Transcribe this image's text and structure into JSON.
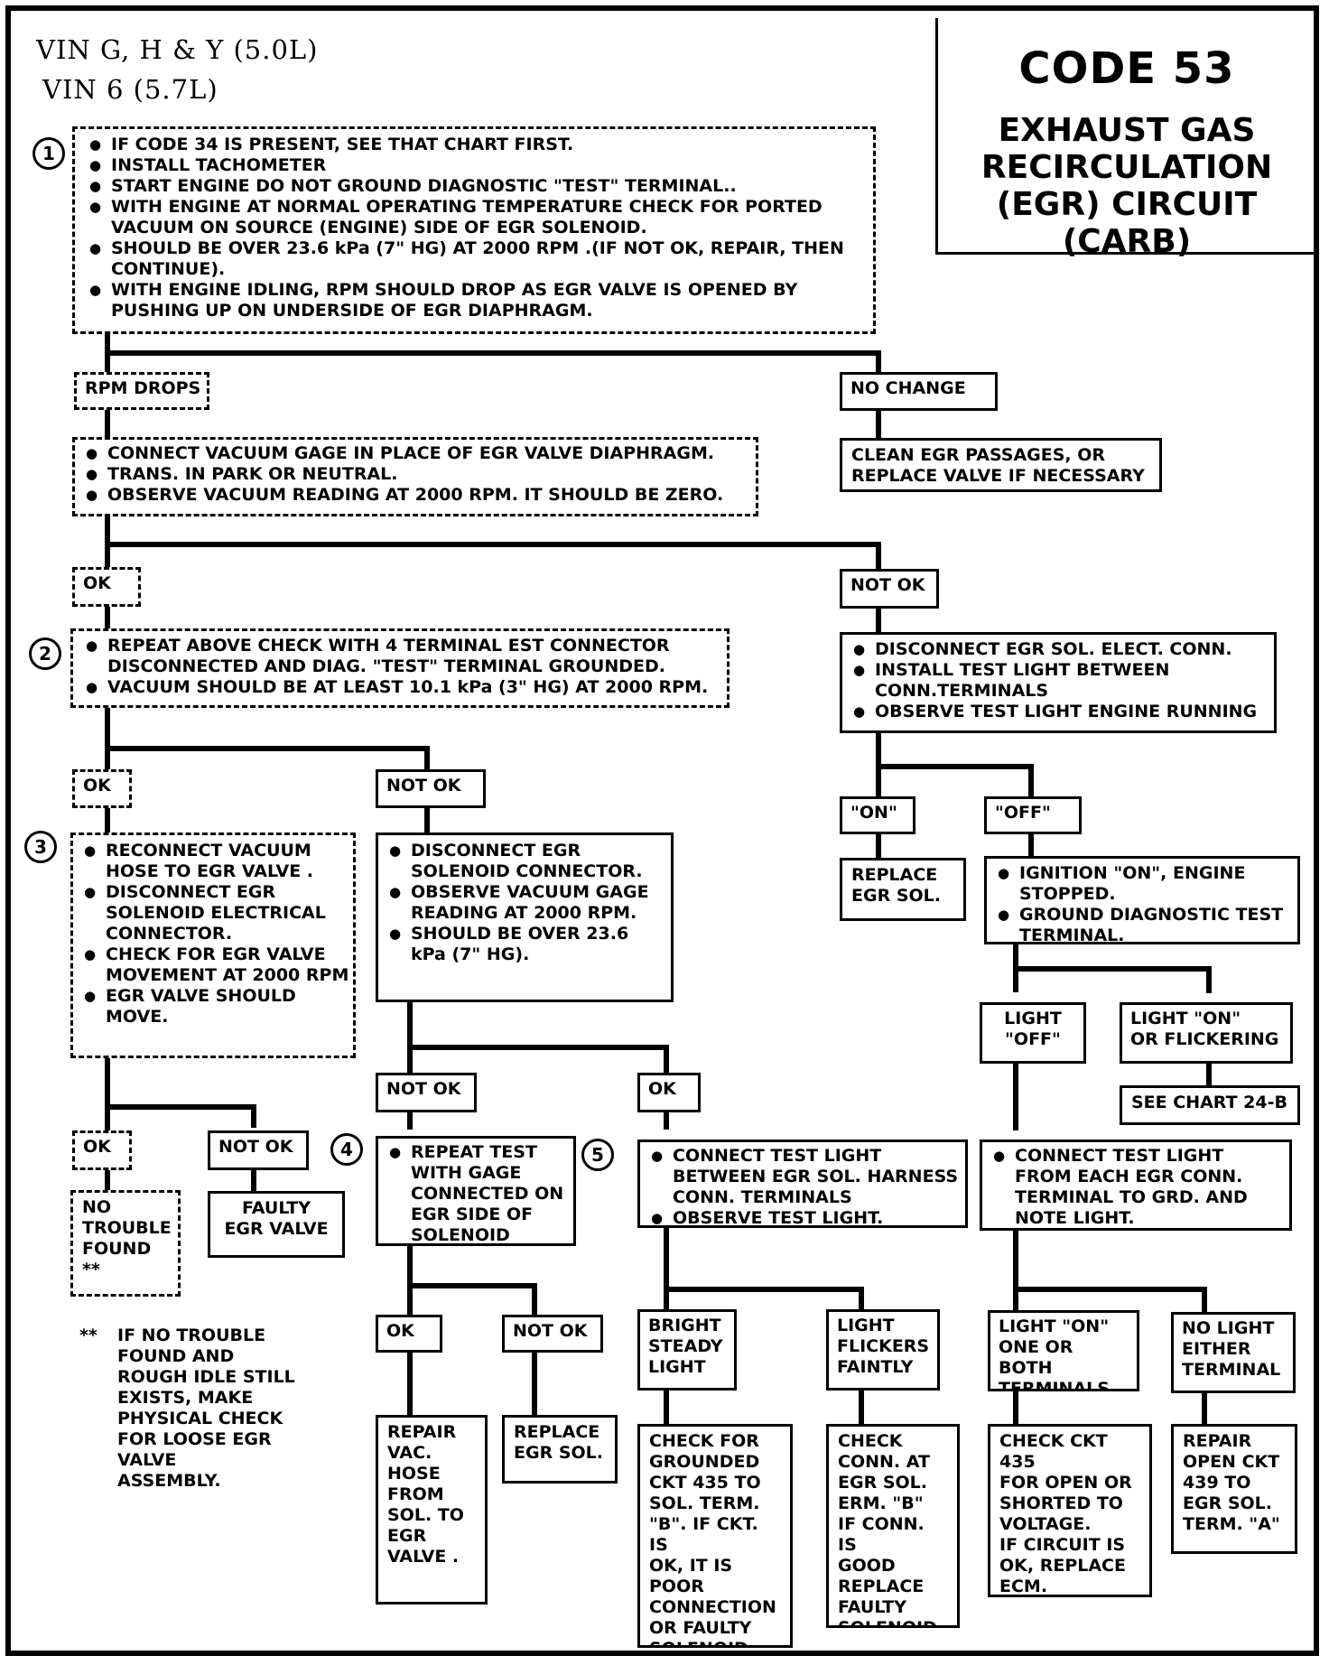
{
  "header": {
    "vin_line_1": "VIN G, H & Y (5.0L)",
    "vin_line_2": "VIN 6 (5.7L)"
  },
  "title_box": {
    "code": "CODE 53",
    "line_1": "EXHAUST GAS",
    "line_2": "RECIRCULATION",
    "line_3": "(EGR) CIRCUIT",
    "line_4": "(CARB)"
  },
  "steps": {
    "s1": "1",
    "s2": "2",
    "s3": "3",
    "s4": "4",
    "s5": "5"
  },
  "box1": [
    "IF CODE 34 IS PRESENT, SEE THAT CHART FIRST.",
    "INSTALL TACHOMETER",
    "START ENGINE DO NOT GROUND DIAGNOSTIC \"TEST\" TERMINAL..",
    "WITH ENGINE AT NORMAL OPERATING TEMPERATURE CHECK FOR PORTED VACUUM ON SOURCE (ENGINE) SIDE OF EGR SOLENOID.",
    "SHOULD BE OVER 23.6 kPa (7\" HG) AT 2000 RPM .(IF NOT OK, REPAIR, THEN CONTINUE).",
    "WITH ENGINE IDLING, RPM SHOULD DROP AS EGR VALVE IS OPENED BY PUSHING UP ON UNDERSIDE OF EGR DIAPHRAGM."
  ],
  "labels": {
    "rpm_drops": "RPM DROPS",
    "no_change": "NO CHANGE",
    "ok_a": "OK",
    "not_ok_a": "NOT OK",
    "ok_b": "OK",
    "not_ok_b": "NOT OK",
    "on": "\"ON\"",
    "off": "\"OFF\"",
    "light_off": "LIGHT\n\"OFF\"",
    "light_on_flickering": "LIGHT \"ON\"\nOR FLICKERING",
    "not_ok_c": "NOT OK",
    "ok_c": "OK",
    "ok_d": "OK",
    "not_ok_d": "NOT OK",
    "ok_e": "OK",
    "not_ok_e": "NOT OK",
    "bright_steady": "BRIGHT\nSTEADY\nLIGHT",
    "light_flickers": "LIGHT\nFLICKERS\nFAINTLY",
    "light_on_one_or_both": "LIGHT \"ON\"\nONE OR BOTH\nTERMINALS.",
    "no_light_either": "NO LIGHT\nEITHER\nTERMINAL"
  },
  "clean_egr": "CLEAN EGR PASSAGES, OR\nREPLACE VALVE IF NECESSARY",
  "box_vac_gage": [
    "CONNECT VACUUM GAGE IN PLACE OF EGR VALVE DIAPHRAGM.",
    "TRANS. IN PARK OR NEUTRAL.",
    "OBSERVE VACUUM READING AT 2000 RPM. IT SHOULD BE ZERO."
  ],
  "box2": [
    "REPEAT ABOVE CHECK WITH 4 TERMINAL EST CONNECTOR DISCONNECTED AND DIAG. \"TEST\" TERMINAL GROUNDED.",
    "VACUUM SHOULD BE AT LEAST 10.1 kPa (3\" HG) AT 2000 RPM."
  ],
  "box_disconnect_sol": [
    "DISCONNECT EGR SOL. ELECT. CONN.",
    "INSTALL TEST LIGHT BETWEEN CONN.TERMINALS",
    "OBSERVE TEST LIGHT ENGINE RUNNING"
  ],
  "replace_egr_sol_a": "REPLACE\nEGR SOL.",
  "box_ignition": [
    "IGNITION \"ON\", ENGINE STOPPED.",
    "GROUND DIAGNOSTIC TEST TERMINAL."
  ],
  "see_chart": "SEE CHART 24-B",
  "box3": [
    "RECONNECT VACUUM HOSE TO EGR VALVE .",
    "DISCONNECT EGR SOLENOID ELECTRICAL CONNECTOR.",
    "CHECK FOR EGR VALVE MOVEMENT AT 2000 RPM",
    "EGR VALVE SHOULD MOVE."
  ],
  "box_disc_egr_sol_conn": [
    "DISCONNECT EGR SOLENOID CONNECTOR.",
    "OBSERVE VACUUM GAGE READING AT 2000 RPM.",
    "SHOULD BE OVER 23.6 kPa (7\" HG)."
  ],
  "no_trouble": "NO\nTROUBLE\nFOUND\n**",
  "faulty_egr": "FAULTY\nEGR VALVE",
  "box4": [
    "REPEAT TEST WITH GAGE CONNECTED ON EGR SIDE OF SOLENOID"
  ],
  "box5": [
    "CONNECT TEST LIGHT BETWEEN EGR SOL. HARNESS CONN. TERMINALS",
    "OBSERVE TEST LIGHT."
  ],
  "box_connect_each": [
    "CONNECT TEST LIGHT FROM EACH EGR CONN. TERMINAL TO GRD. AND NOTE LIGHT."
  ],
  "repair_vac_hose": "REPAIR\nVAC.\nHOSE\nFROM\nSOL. TO\nEGR\nVALVE .",
  "replace_egr_sol_b": "REPLACE\nEGR SOL.",
  "check_grounded": "CHECK FOR\nGROUNDED\nCKT 435 TO\nSOL. TERM.\n\"B\". IF CKT. IS\nOK, IT IS\nPOOR\nCONNECTION\nOR FAULTY\nSOLENOID.",
  "check_conn": "CHECK\nCONN. AT\nEGR SOL.\nERM. \"B\"\nIF CONN. IS\nGOOD\nREPLACE\nFAULTY\nSOLENOID.",
  "check_ckt435": "CHECK CKT 435\nFOR OPEN OR\nSHORTED TO\nVOLTAGE.\nIF CIRCUIT IS\nOK, REPLACE\nECM.",
  "repair_open": "REPAIR\nOPEN CKT\n439 TO\nEGR SOL.\nTERM. \"A\"",
  "footnote": {
    "mark": "**",
    "text": "IF NO TROUBLE\nFOUND AND\nROUGH IDLE STILL\nEXISTS, MAKE\nPHYSICAL CHECK\nFOR LOOSE EGR\nVALVE\nASSEMBLY."
  }
}
